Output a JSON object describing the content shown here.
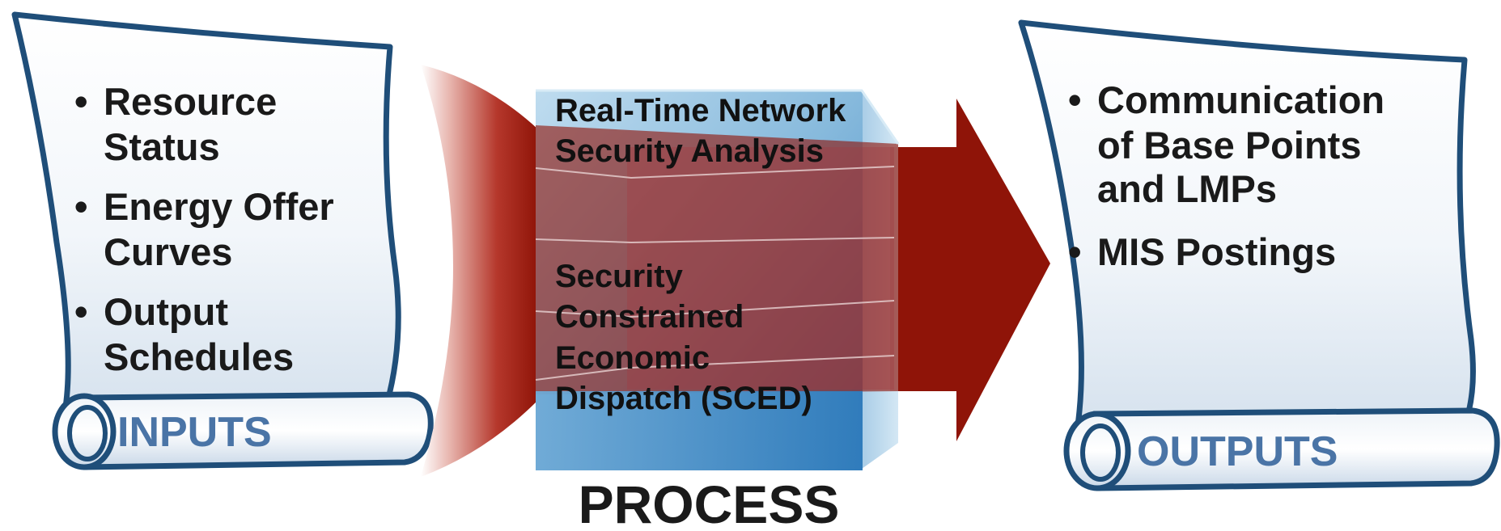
{
  "inputs": {
    "title": "INPUTS",
    "items": [
      {
        "lines": [
          "Resource",
          "Status"
        ]
      },
      {
        "lines": [
          "Energy Offer",
          "Curves"
        ]
      },
      {
        "lines": [
          "Output",
          "Schedules"
        ]
      }
    ]
  },
  "process": {
    "title": "PROCESS",
    "upper_block": [
      "Real-Time Network",
      "Security Analysis"
    ],
    "lower_block": [
      "Security",
      "Constrained",
      "Economic",
      "Dispatch (SCED)"
    ]
  },
  "outputs": {
    "title": "OUTPUTS",
    "items": [
      {
        "lines": [
          "Communication",
          "of Base Points",
          "and LMPs"
        ]
      },
      {
        "lines": [
          "MIS Postings"
        ]
      }
    ]
  },
  "colors": {
    "scroll_outline": "#1f4e79",
    "scroll_fill_top": "#ffffff",
    "scroll_fill_bottom": "#d9e4f0",
    "arrow_red": "#8f1408",
    "cube_blue": "#4a90c8",
    "cube_light": "#a9cfe8"
  }
}
